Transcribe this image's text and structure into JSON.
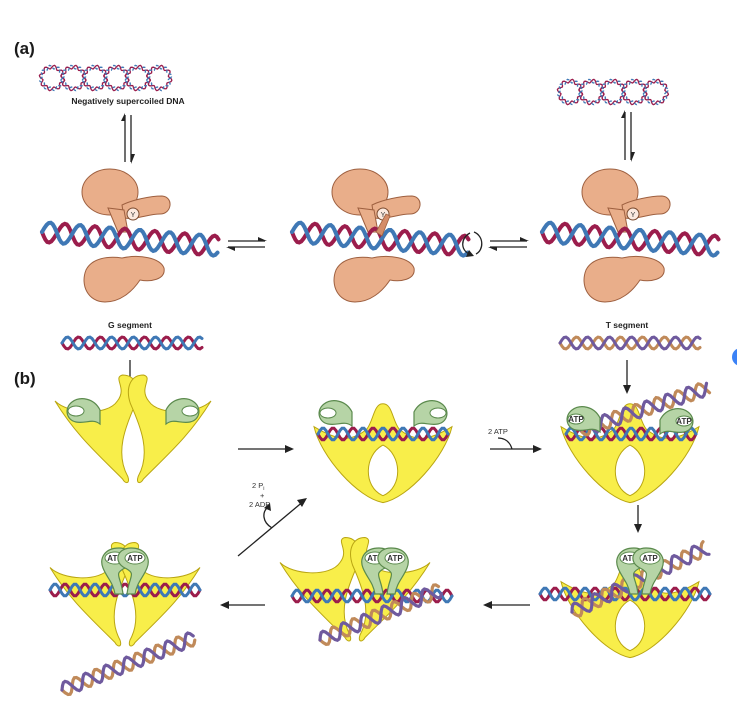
{
  "panel_a": {
    "label": "(a)",
    "supercoil_label": "Negatively supercoiled DNA",
    "g_segment_label": "G segment",
    "t_segment_label": "T segment",
    "tyrosine_symbol": "Y"
  },
  "panel_b": {
    "label": "(b)",
    "atp_input": "2 ATP",
    "hydrolysis_pi": "2 P",
    "hydrolysis_pi_sub": "i",
    "hydrolysis_plus": "+",
    "hydrolysis_adp": "2 ADP",
    "atp_badge": "ATP"
  },
  "colors": {
    "strand_blue": "#3f78b5",
    "strand_crimson": "#9b1d4c",
    "strand_tan": "#c08a5a",
    "strand_purple": "#6f5a9e",
    "protein_peach": "#e9ae8a",
    "gyrase_yellow": "#f8ee4a",
    "atpase_green": "#b6d4a6"
  }
}
